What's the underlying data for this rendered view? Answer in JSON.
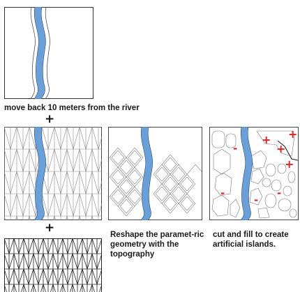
{
  "steps": [
    {
      "caption": "move back 10 meters from the river"
    },
    {
      "caption": "Reshape the paramet-ric geometry with the topography"
    },
    {
      "caption": "cut and fill to create artificial islands."
    }
  ],
  "operators": {
    "plus": "+"
  },
  "annotations": {
    "fill_mark": "+",
    "cut_mark": "-"
  },
  "colors": {
    "river": "#6a9fd8",
    "red": "#e02020",
    "line": "#777777",
    "dark": "#222222"
  }
}
